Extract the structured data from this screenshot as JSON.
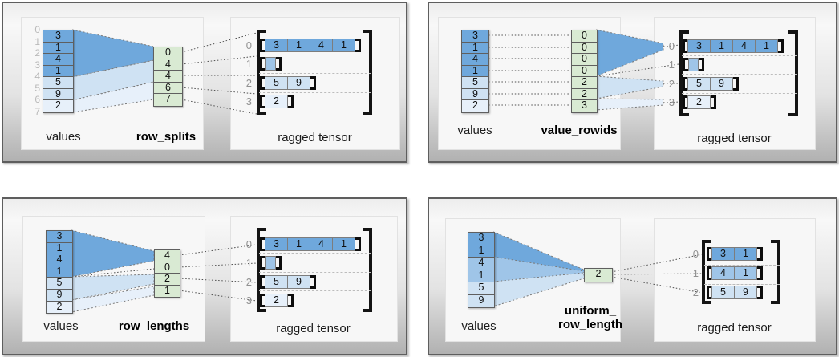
{
  "colors": {
    "blue_dark": "#6fa8dc",
    "blue_medium": "#9fc5e8",
    "blue_light": "#cfe2f3",
    "blue_pale": "#e7f0fa",
    "green_param": "#d9ead3"
  },
  "panels": [
    {
      "id": "row_splits",
      "values_label": "values",
      "param_label": "row_splits",
      "tensor_label": "ragged tensor",
      "values": [
        "3",
        "1",
        "4",
        "1",
        "5",
        "9",
        "2"
      ],
      "values_tones": [
        "b1",
        "b1",
        "b1",
        "b1",
        "b2",
        "b2",
        "b3"
      ],
      "value_indices": [
        "0",
        "1",
        "2",
        "3",
        "4",
        "5",
        "6",
        "7"
      ],
      "param_cells": [
        "0",
        "4",
        "4",
        "6",
        "7"
      ],
      "tensor_rows": [
        {
          "index": "0",
          "tone": "b1",
          "cells": [
            "3",
            "1",
            "4",
            "1"
          ]
        },
        {
          "index": "1",
          "tone": "bm",
          "cells": []
        },
        {
          "index": "2",
          "tone": "b2",
          "cells": [
            "5",
            "9"
          ]
        },
        {
          "index": "3",
          "tone": "b3",
          "cells": [
            "2"
          ]
        }
      ]
    },
    {
      "id": "value_rowids",
      "values_label": "values",
      "param_label": "value_rowids",
      "tensor_label": "ragged tensor",
      "values": [
        "3",
        "1",
        "4",
        "1",
        "5",
        "9",
        "2"
      ],
      "values_tones": [
        "b1",
        "b1",
        "b1",
        "b1",
        "b2",
        "b2",
        "b3"
      ],
      "param_cells": [
        "0",
        "0",
        "0",
        "0",
        "2",
        "2",
        "3"
      ],
      "tensor_rows": [
        {
          "index": "0",
          "tone": "b1",
          "cells": [
            "3",
            "1",
            "4",
            "1"
          ]
        },
        {
          "index": "1",
          "tone": "bm",
          "cells": []
        },
        {
          "index": "2",
          "tone": "b2",
          "cells": [
            "5",
            "9"
          ]
        },
        {
          "index": "3",
          "tone": "b3",
          "cells": [
            "2"
          ]
        }
      ]
    },
    {
      "id": "row_lengths",
      "values_label": "values",
      "param_label": "row_lengths",
      "tensor_label": "ragged tensor",
      "values": [
        "3",
        "1",
        "4",
        "1",
        "5",
        "9",
        "2"
      ],
      "values_tones": [
        "b1",
        "b1",
        "b1",
        "b1",
        "b2",
        "b2",
        "b3"
      ],
      "param_cells": [
        "4",
        "0",
        "2",
        "1"
      ],
      "tensor_rows": [
        {
          "index": "0",
          "tone": "b1",
          "cells": [
            "3",
            "1",
            "4",
            "1"
          ]
        },
        {
          "index": "1",
          "tone": "bm",
          "cells": []
        },
        {
          "index": "2",
          "tone": "b2",
          "cells": [
            "5",
            "9"
          ]
        },
        {
          "index": "3",
          "tone": "b3",
          "cells": [
            "2"
          ]
        }
      ]
    },
    {
      "id": "uniform_row_length",
      "values_label": "values",
      "param_label": "uniform_\nrow_length",
      "tensor_label": "ragged tensor",
      "values": [
        "3",
        "1",
        "4",
        "1",
        "5",
        "9"
      ],
      "values_tones": [
        "b1",
        "b1",
        "bm",
        "bm",
        "b2",
        "b2"
      ],
      "param_cells": [
        "2"
      ],
      "tensor_rows": [
        {
          "index": "0",
          "tone": "b1",
          "cells": [
            "3",
            "1"
          ]
        },
        {
          "index": "1",
          "tone": "bm",
          "cells": [
            "4",
            "1"
          ]
        },
        {
          "index": "2",
          "tone": "b2",
          "cells": [
            "5",
            "9"
          ]
        }
      ]
    }
  ]
}
